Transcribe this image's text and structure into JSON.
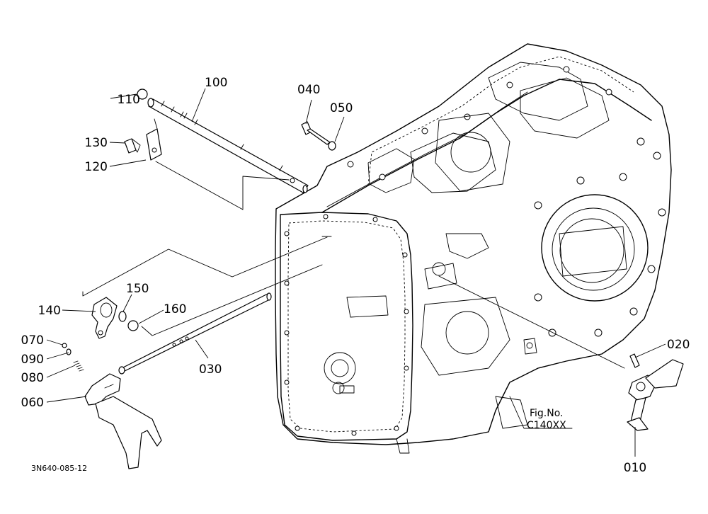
{
  "figure_code": "3N640-085-12",
  "figure_ref": {
    "line1": "Fig.No.",
    "line2": "C140XX"
  },
  "callouts": [
    {
      "id": "010",
      "text": "010"
    },
    {
      "id": "020",
      "text": "020"
    },
    {
      "id": "030",
      "text": "030"
    },
    {
      "id": "040",
      "text": "040"
    },
    {
      "id": "050",
      "text": "050"
    },
    {
      "id": "060",
      "text": "060"
    },
    {
      "id": "070",
      "text": "070"
    },
    {
      "id": "080",
      "text": "080"
    },
    {
      "id": "090",
      "text": "090"
    },
    {
      "id": "100",
      "text": "100"
    },
    {
      "id": "110",
      "text": "110"
    },
    {
      "id": "120",
      "text": "120"
    },
    {
      "id": "130",
      "text": "130"
    },
    {
      "id": "140",
      "text": "140"
    },
    {
      "id": "150",
      "text": "150"
    },
    {
      "id": "160",
      "text": "160"
    }
  ]
}
